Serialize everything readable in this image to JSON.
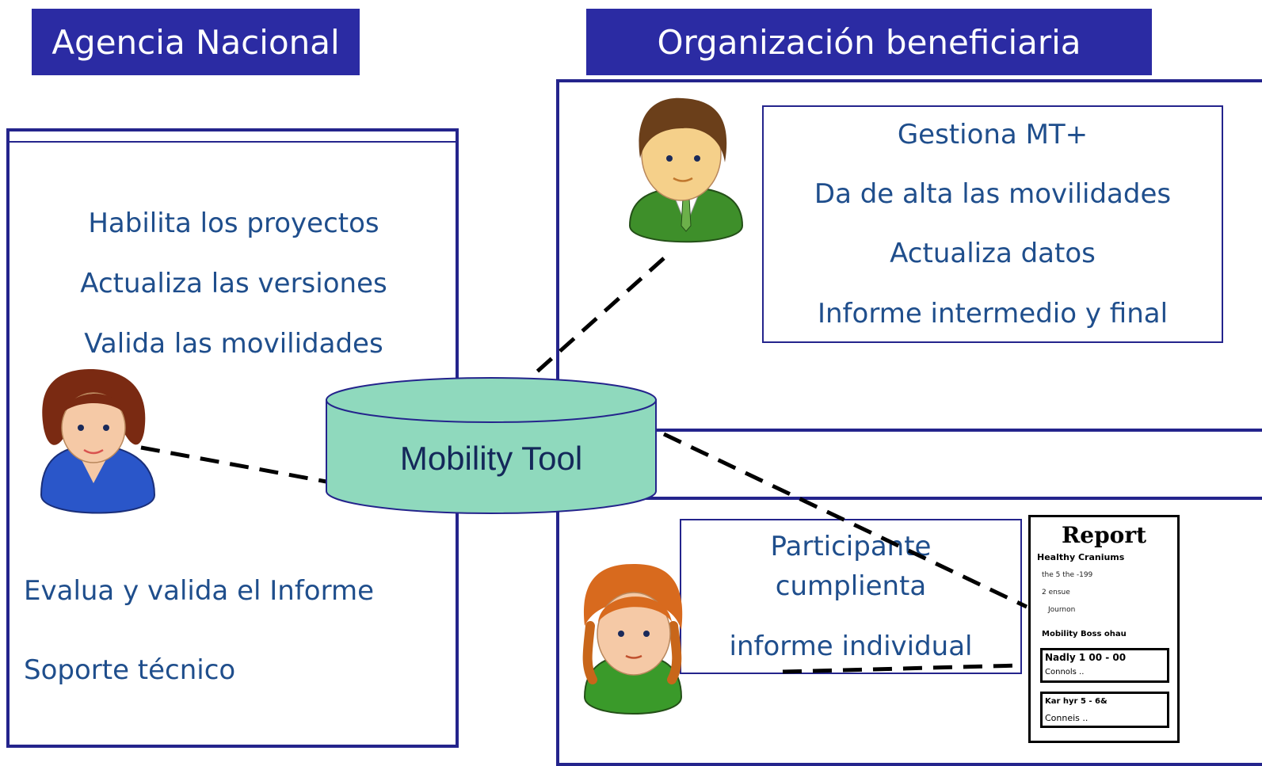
{
  "headers": {
    "agencia": "Agencia Nacional",
    "organizacion": "Organización beneficiaria"
  },
  "agencia_panel": {
    "tasks": [
      "Habilita los proyectos",
      "Actualiza las versiones",
      "Valida las movilidades"
    ],
    "evalua": "Evalua y valida el Informe",
    "soporte": "Soporte técnico"
  },
  "organizacion_panel": {
    "tasks": [
      "Gestiona MT+",
      "Da  de alta  las movilidades",
      "Actualiza datos",
      "Informe intermedio y  final"
    ]
  },
  "participante_panel": {
    "line1": "Participante",
    "line2": "cumplienta",
    "line3": "informe individual"
  },
  "center_db": {
    "label": "Mobility Tool"
  },
  "report": {
    "title": "Report",
    "lines": [
      "Healthy Craniums",
      "the 5 the -199",
      "2 ensue",
      "Journon",
      "Mobility Boss ohau",
      "Nadly 1 00 - 00",
      "Connols ..",
      "Kar hyr 5 - 6&",
      "Conneis .."
    ]
  },
  "colors": {
    "header_bg": "#2b2ba3",
    "panel_border": "#24248c",
    "text_blue": "#1f4e8c",
    "db_fill": "#8fd9bd",
    "db_text": "#14285a"
  }
}
